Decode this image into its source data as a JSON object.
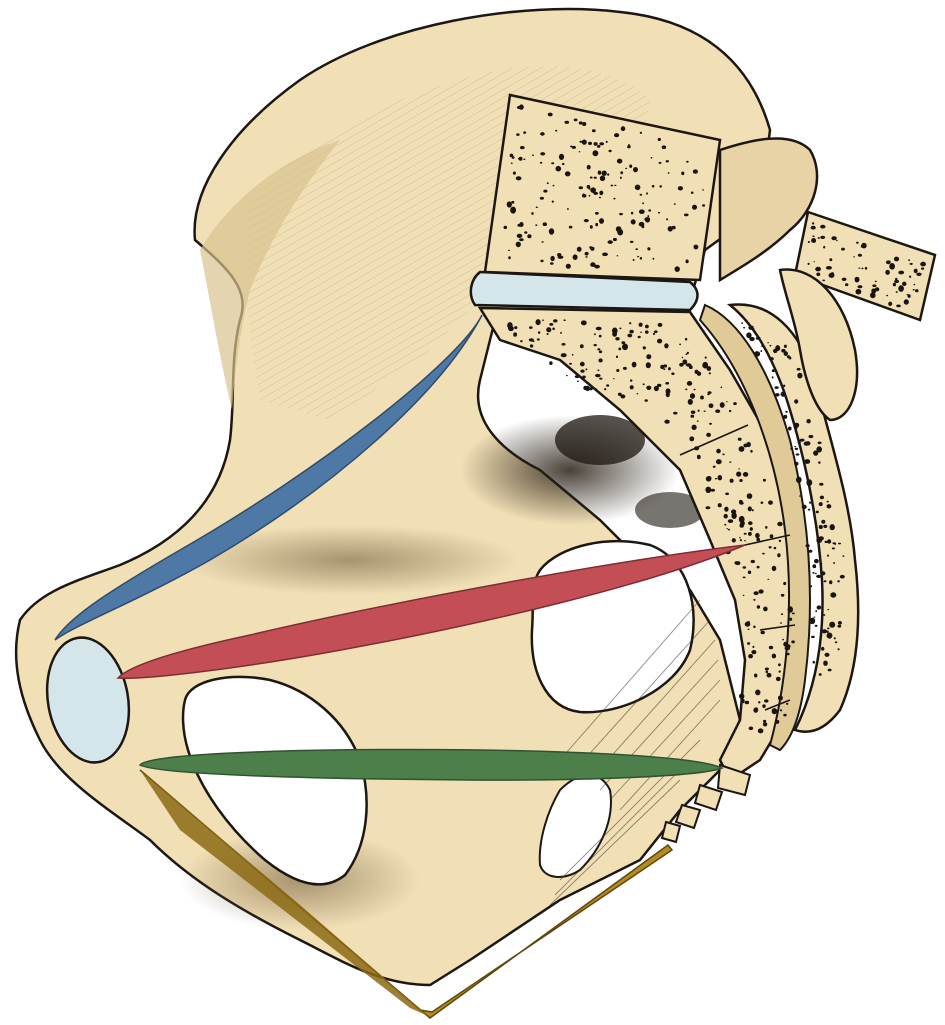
{
  "figure": {
    "subject": "pelvis-sagittal-section",
    "background": "#ffffff",
    "palette": {
      "bone": "#f1dfb6",
      "bone_shade": "#d9c28f",
      "bone_dark": "#3a2d1c",
      "outline": "#1c1712",
      "cartilage": "#d4e6ea",
      "pores": "#1a1510"
    },
    "planes": [
      {
        "id": "pelvic-inlet",
        "color": "#4e79a7"
      },
      {
        "id": "plane-of-greatest-dimension",
        "color": "#c44e56"
      },
      {
        "id": "plane-of-least-dimension",
        "color": "#4d7f4a"
      },
      {
        "id": "pelvic-outlet",
        "color": "#b58a1f"
      }
    ]
  }
}
